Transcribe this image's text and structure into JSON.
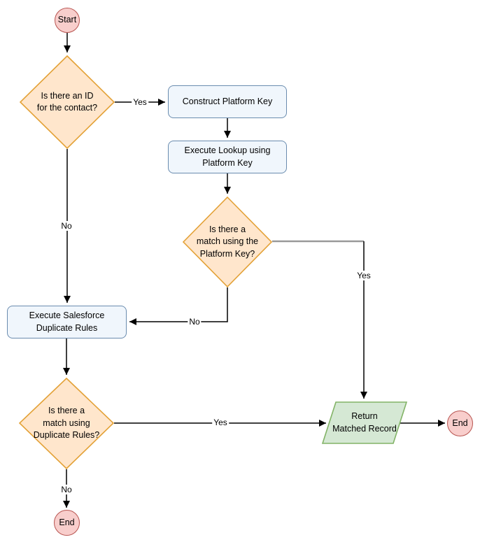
{
  "diagram": {
    "type": "flowchart",
    "nodes": {
      "start": {
        "label": "Start",
        "shape": "circle"
      },
      "decision_has_id": {
        "label": "Is there an ID\nfor the contact?",
        "shape": "diamond"
      },
      "construct_key": {
        "label": "Construct Platform Key",
        "shape": "rounded-rect"
      },
      "execute_lookup": {
        "label": "Execute Lookup using\nPlatform Key",
        "shape": "rounded-rect"
      },
      "decision_platform_match": {
        "label": "Is there a\nmatch using the\nPlatform Key?",
        "shape": "diamond"
      },
      "execute_dup_rules": {
        "label": "Execute Salesforce\nDuplicate Rules",
        "shape": "rounded-rect"
      },
      "decision_dup_match": {
        "label": "Is there a\nmatch using\nDuplicate Rules?",
        "shape": "diamond"
      },
      "return_record": {
        "label": "Return\nMatched Record",
        "shape": "parallelogram"
      },
      "end_right": {
        "label": "End",
        "shape": "circle"
      },
      "end_bottom": {
        "label": "End",
        "shape": "circle"
      }
    },
    "edge_labels": {
      "has_id_yes": "Yes",
      "has_id_no": "No",
      "platform_match_yes": "Yes",
      "platform_match_no": "No",
      "dup_match_yes": "Yes",
      "dup_match_no": "No"
    },
    "colors": {
      "terminal_fill": "#f8cecc",
      "terminal_stroke": "#b85450",
      "decision_fill": "#ffe6cc",
      "decision_stroke": "#e3a136",
      "process_fill": "#f0f6fc",
      "process_stroke": "#6a8caf",
      "output_fill": "#d5e8d4",
      "output_stroke": "#82b366",
      "edge_color": "#000000",
      "edge_gray_color": "#999999",
      "background": "#ffffff"
    }
  }
}
